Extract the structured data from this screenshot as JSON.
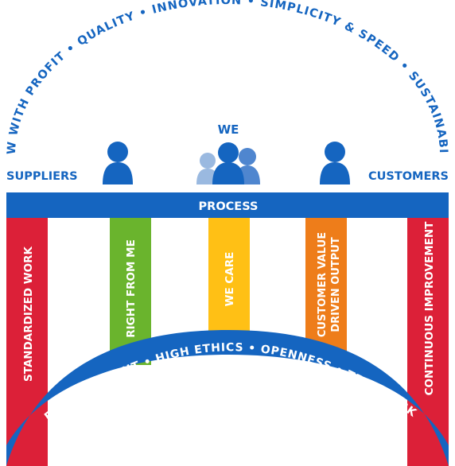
{
  "colors": {
    "blue": "#1565c0",
    "red": "#dc2038",
    "green": "#6ab42d",
    "yellow": "#ffc015",
    "orange": "#ee7d1a",
    "light_blue": "#9ab9e0",
    "mid_blue": "#4f86cf",
    "white": "#ffffff"
  },
  "top_arc": {
    "text": "GROW WITH PROFIT • QUALITY • INNOVATION • SIMPLICITY & SPEED • SUSTAINABILITY"
  },
  "labels": {
    "we": "WE",
    "suppliers": "SUPPLIERS",
    "customers": "CUSTOMERS",
    "process": "PROCESS"
  },
  "people_icons": [
    "supplier-person-icon",
    "we-group-icon",
    "customer-person-icon"
  ],
  "pillars": [
    {
      "label": "STANDARDIZED WORK",
      "color": "#dc2038"
    },
    {
      "label": "RIGHT FROM ME",
      "color": "#6ab42d"
    },
    {
      "label": "WE CARE",
      "color": "#ffc015"
    },
    {
      "label_lines": [
        "CUSTOMER VALUE",
        "DRIVEN OUTPUT"
      ],
      "color": "#ee7d1a"
    },
    {
      "label": "CONTINUOUS IMPROVEMENT",
      "color": "#dc2038"
    }
  ],
  "bottom_arc": {
    "text": "EMPOWERMENT • HIGH ETHICS • OPENNESS • TEAMWORK"
  }
}
